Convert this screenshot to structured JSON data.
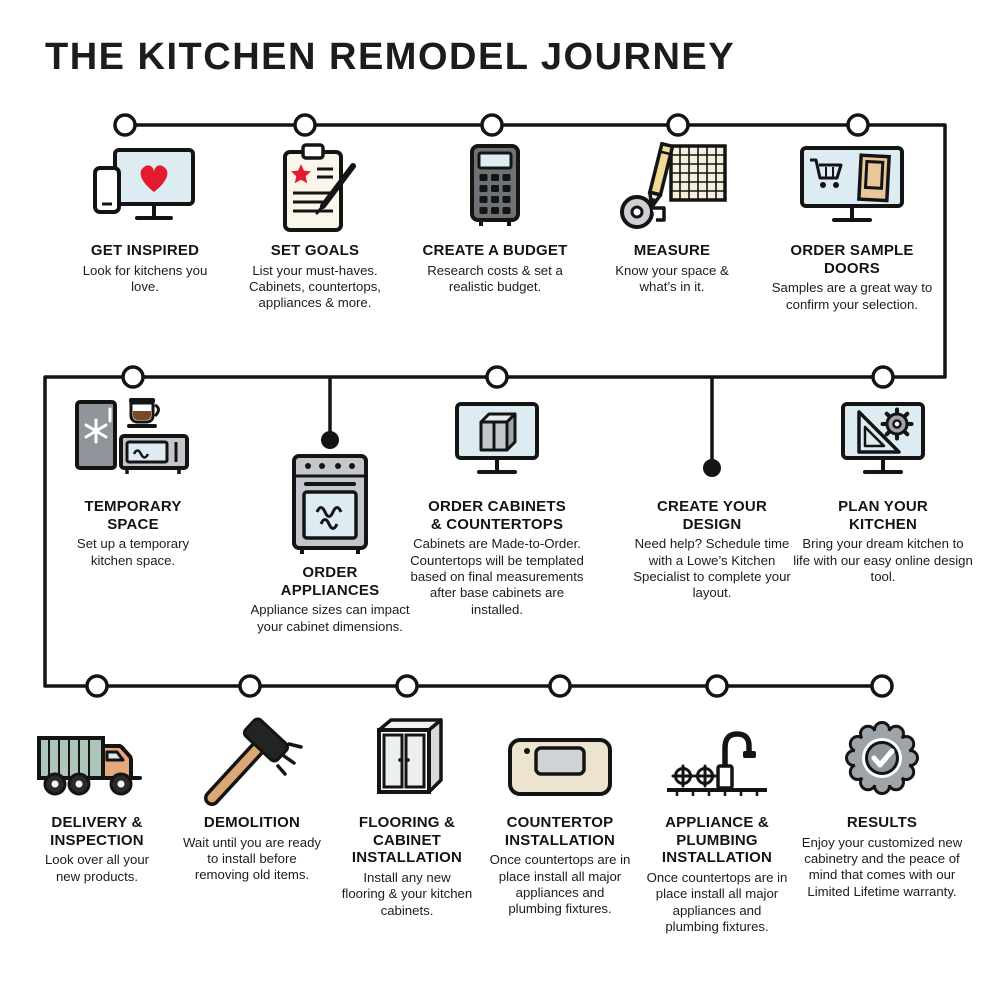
{
  "page": {
    "title": "THE KITCHEN REMODEL JOURNEY"
  },
  "colors": {
    "line_black": "#141414",
    "accent_red": "#e21b30",
    "screen_blue": "#ddecf2",
    "wood_tan": "#e7c79b",
    "appliance_gray": "#c3c7cb",
    "truck_green": "#aec6ba",
    "handle_tan": "#d9a876"
  },
  "rows": [
    {
      "steps": [
        {
          "title": "GET INSPIRED",
          "description": "Look for kitchens you love.",
          "icon": "monitor-heart-phone"
        },
        {
          "title": "SET GOALS",
          "description": "List your must-haves. Cabinets, countertops, appliances & more.",
          "icon": "clipboard-star-pen"
        },
        {
          "title": "CREATE A BUDGET",
          "description": "Research costs & set a realistic budget.",
          "icon": "calculator"
        },
        {
          "title": "MEASURE",
          "description": "Know your space & what’s in it.",
          "icon": "tape-measure-pencil-grid"
        },
        {
          "title": "ORDER SAMPLE DOORS",
          "description": "Samples are a great way to confirm your selection.",
          "icon": "monitor-cart-door"
        }
      ]
    },
    {
      "steps": [
        {
          "title": "TEMPORARY SPACE",
          "description": "Set up a temporary kitchen space.",
          "icon": "fridge-coffee-microwave"
        },
        {
          "title": "ORDER APPLIANCES",
          "description": "Appliance sizes can impact your cabinet dimensions.",
          "icon": "range"
        },
        {
          "title": "ORDER CABINETS & COUNTERTOPS",
          "description": "Cabinets are Made-to-Order. Countertops will  be templated based on final measurements after base cabinets are installed.",
          "icon": "monitor-cabinet"
        },
        {
          "title": "CREATE YOUR DESIGN",
          "description": "Need help? Schedule time with a Lowe’s Kitchen Specialist to complete your layout.",
          "icon": "none"
        },
        {
          "title": "PLAN YOUR KITCHEN",
          "description": "Bring your dream kitchen to life with our easy online design tool.",
          "icon": "monitor-ruler-gear"
        }
      ]
    },
    {
      "steps": [
        {
          "title": "DELIVERY & INSPECTION",
          "description": "Look over all your new products.",
          "icon": "delivery-truck"
        },
        {
          "title": "DEMOLITION",
          "description": "Wait until you are ready to install before removing old items.",
          "icon": "sledgehammer"
        },
        {
          "title": "FLOORING & CABINET INSTALLATION",
          "description": "Install any new flooring & your kitchen cabinets.",
          "icon": "cabinet"
        },
        {
          "title": "COUNTERTOP INSTALLATION",
          "description": "Once countertops are in place install all major appliances and plumbing fixtures.",
          "icon": "countertop-sink"
        },
        {
          "title": "APPLIANCE & PLUMBING INSTALLATION",
          "description": "Once countertops are in place install all major appliances and plumbing fixtures.",
          "icon": "faucet"
        },
        {
          "title": "RESULTS",
          "description": "Enjoy your customized new cabinetry and the peace of mind that comes with our Limited Lifetime warranty.",
          "icon": "warranty-badge"
        }
      ]
    }
  ]
}
